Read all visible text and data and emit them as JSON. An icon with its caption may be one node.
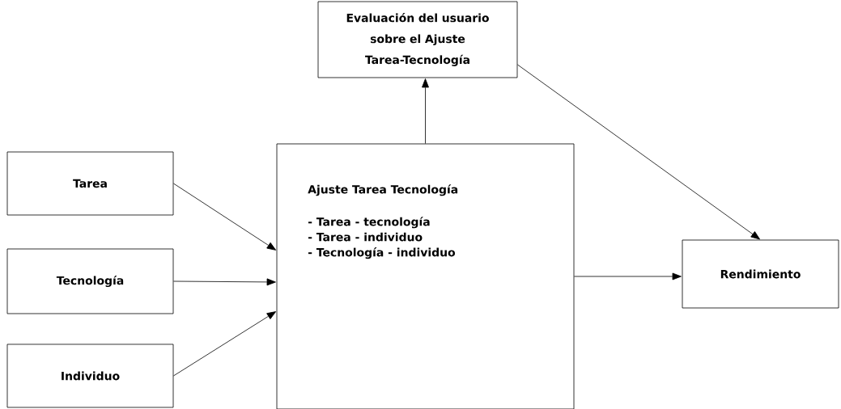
{
  "diagram": {
    "nodes": [
      {
        "text": [
          "Evaluación del usuario sobre el Ajuste Tarea-Tecnología"
        ]
      },
      {
        "text": [
          "Tarea"
        ]
      },
      {
        "text": [
          "Tecnología"
        ]
      },
      {
        "text": [
          "Individuo"
        ]
      },
      {
        "text": [
          "Ajuste Tarea Tecnología",
          "- Tarea - tecnología",
          "- Tarea - individuo",
          "- Tecnología - individuo"
        ]
      },
      {
        "text": [
          "Rendimiento"
        ]
      }
    ],
    "edges": [
      {
        "from": 1,
        "to": 4,
        "arrow": "to"
      },
      {
        "from": 2,
        "to": 4,
        "arrow": "to"
      },
      {
        "from": 3,
        "to": 4,
        "arrow": "to"
      },
      {
        "from": 4,
        "to": 0,
        "arrow": "to"
      },
      {
        "from": 0,
        "to": 5,
        "arrow": "to"
      },
      {
        "from": 4,
        "to": 5,
        "arrow": "to"
      }
    ]
  }
}
